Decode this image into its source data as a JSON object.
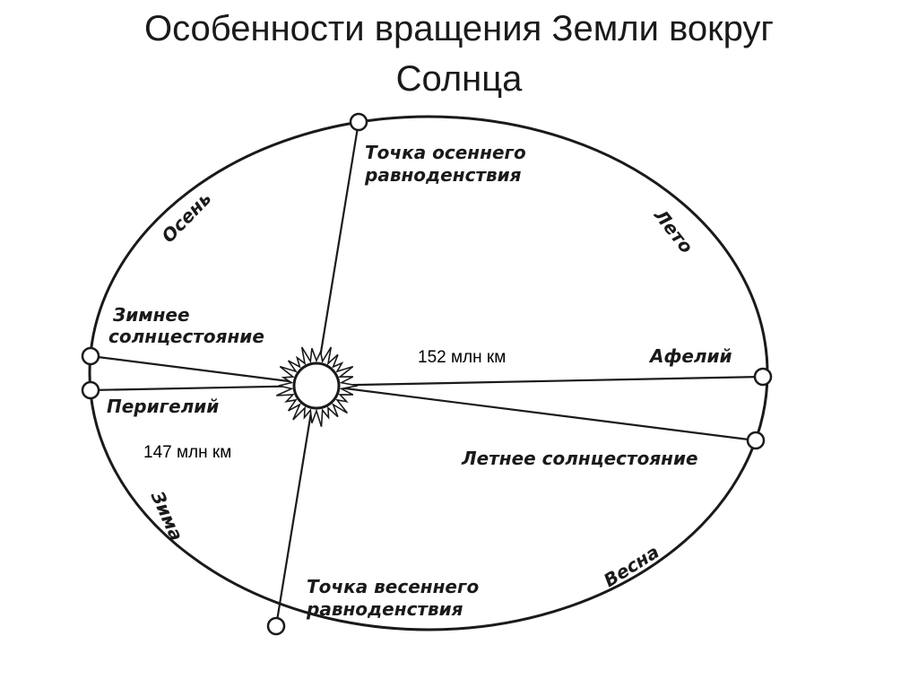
{
  "title": {
    "line1": "Особенности вращения Земли вокруг",
    "line2": "Солнца"
  },
  "labels": {
    "autumn_equinox_1": "Точка осеннего",
    "autumn_equinox_2": "равноденствия",
    "summer": "Лето",
    "autumn": "Осень",
    "winter_solstice_1": "Зимнее",
    "winter_solstice_2": "солнцестояние",
    "aphelion": "Афелий",
    "aphelion_distance": "152 млн км",
    "perihelion": "Перигелий",
    "perihelion_distance": "147 млн км",
    "summer_solstice": "Летнее солнцестояние",
    "winter": "Зима",
    "spring": "Весна",
    "spring_equinox_1": "Точка весеннего",
    "spring_equinox_2": "равноденствия"
  },
  "icons": {
    "center": "sun-icon",
    "orbit_points": "earth-position-icon"
  },
  "colors": {
    "ink": "#1a1a1a",
    "background": "#ffffff"
  }
}
